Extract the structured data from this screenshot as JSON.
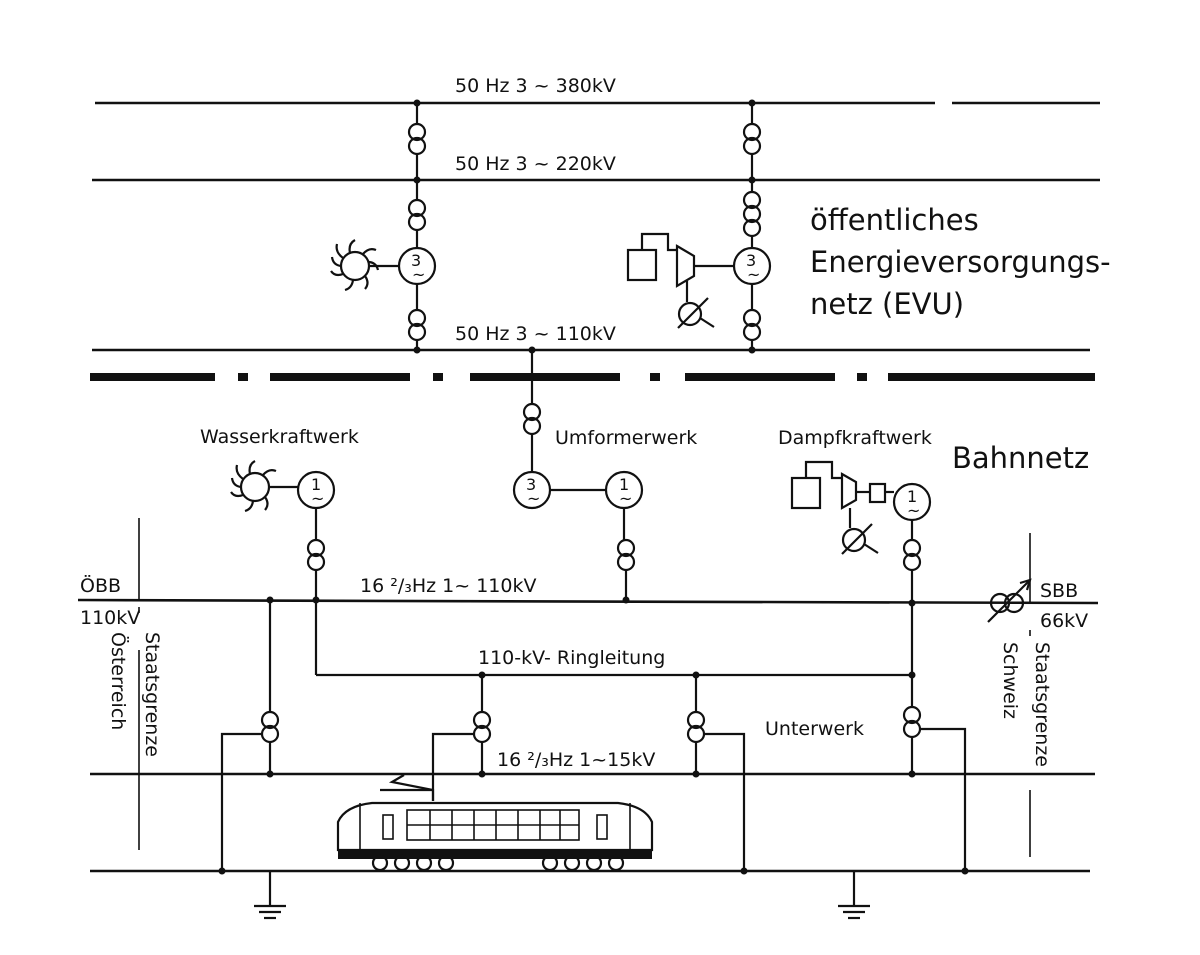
{
  "labels": {
    "bus_380": "50 Hz  3 ~  380kV",
    "bus_220": "50 Hz  3 ~  220kV",
    "bus_110": "50 Hz  3 ~  110kV",
    "evu_line1": "öffentliches",
    "evu_line2": "Energieversorgungs-",
    "evu_line3": "netz  (EVU)",
    "wasserkraftwerk": "Wasserkraftwerk",
    "umformerwerk": "Umformerwerk",
    "dampfkraftwerk": "Dampfkraftwerk",
    "bahnnetz": "Bahnnetz",
    "obb": "ÖBB",
    "obb_voltage": "110kV",
    "bus_rail_110": "16 ²/₃Hz  1~  110kV",
    "sbb": "SBB",
    "sbb_voltage": "66kV",
    "ringleitung": "110-kV- Ringleitung",
    "unterwerk": "Unterwerk",
    "bus_rail_15": "16 ²/₃Hz  1~15kV",
    "staatsgrenze_left": "Staatsgrenze",
    "oesterreich": "Österreich",
    "staatsgrenze_right": "Staatsgrenze",
    "schweiz": "Schweiz"
  },
  "symbols": {
    "three_phase": "3",
    "single_phase": "1",
    "ac": "~"
  }
}
